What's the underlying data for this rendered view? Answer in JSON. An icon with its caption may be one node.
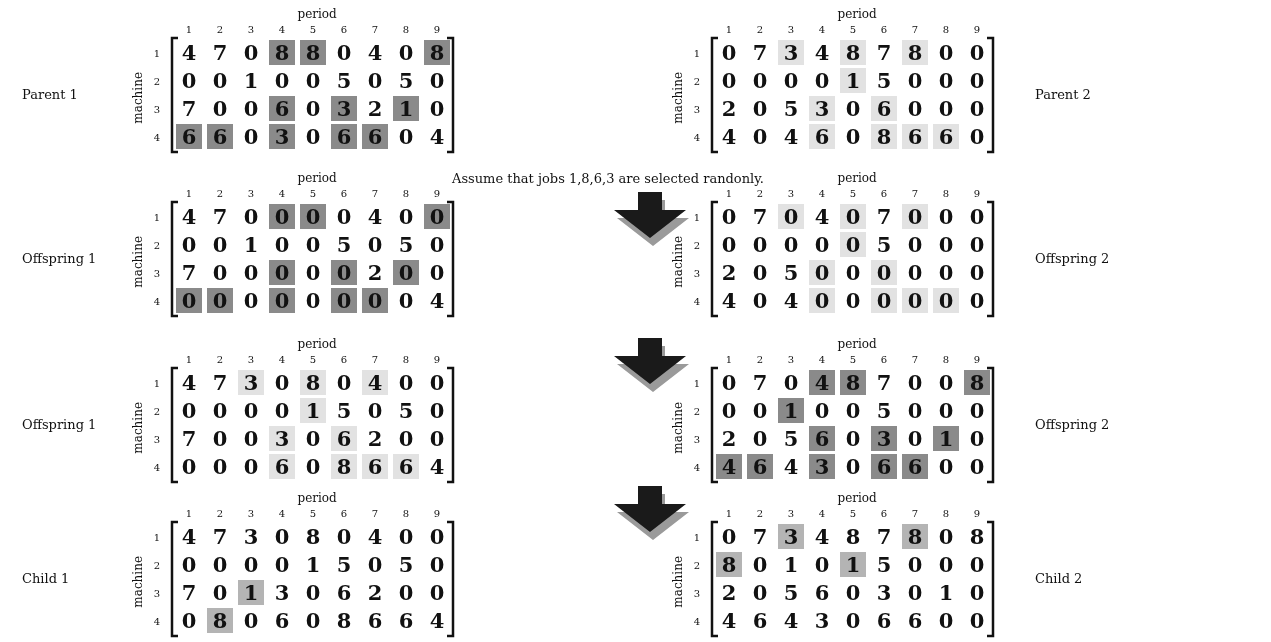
{
  "diagram": {
    "labels": [
      "Parent 1",
      "period",
      "1",
      "2",
      "3",
      "4",
      "5",
      "6",
      "7",
      "8",
      "9",
      "machine",
      "1",
      "4",
      "7",
      "0",
      "8",
      "8",
      "0",
      "4",
      "0",
      "8",
      "2",
      "0",
      "0",
      "1",
      "0",
      "0",
      "5",
      "0",
      "5",
      "0",
      "3",
      "7",
      "0",
      "0",
      "6",
      "0",
      "3",
      "2",
      "1",
      "0",
      "4",
      "6",
      "6",
      "0",
      "3",
      "0",
      "6",
      "6",
      "0",
      "4",
      "Parent 2",
      "period",
      "1",
      "2",
      "3",
      "4",
      "5",
      "6",
      "7",
      "8",
      "9",
      "machine",
      "1",
      "0",
      "7",
      "3",
      "4",
      "8",
      "7",
      "8",
      "0",
      "0",
      "2",
      "0",
      "0",
      "0",
      "0",
      "1",
      "5",
      "0",
      "0",
      "0",
      "3",
      "2",
      "0",
      "5",
      "3",
      "0",
      "6",
      "0",
      "0",
      "0",
      "4",
      "4",
      "0",
      "4",
      "6",
      "0",
      "8",
      "6",
      "6",
      "0",
      "Assume that jobs 1,8,6,3 are selected randonly.",
      "Offspring 1",
      "period",
      "1",
      "2",
      "3",
      "4",
      "5",
      "6",
      "7",
      "8",
      "9",
      "machine",
      "1",
      "4",
      "7",
      "0",
      "0",
      "0",
      "0",
      "4",
      "0",
      "0",
      "2",
      "0",
      "0",
      "1",
      "0",
      "0",
      "5",
      "0",
      "5",
      "0",
      "3",
      "7",
      "0",
      "0",
      "0",
      "0",
      "0",
      "2",
      "0",
      "0",
      "4",
      "0",
      "0",
      "0",
      "0",
      "0",
      "0",
      "0",
      "0",
      "4",
      "Offspring 2",
      "period",
      "1",
      "2",
      "3",
      "4",
      "5",
      "6",
      "7",
      "8",
      "9",
      "machine",
      "1",
      "0",
      "7",
      "0",
      "4",
      "0",
      "7",
      "0",
      "0",
      "0",
      "2",
      "0",
      "0",
      "0",
      "0",
      "0",
      "5",
      "0",
      "0",
      "0",
      "3",
      "2",
      "0",
      "5",
      "0",
      "0",
      "0",
      "0",
      "0",
      "0",
      "4",
      "4",
      "0",
      "4",
      "0",
      "0",
      "0",
      "0",
      "0",
      "0",
      "Offspring 1",
      "period",
      "1",
      "2",
      "3",
      "4",
      "5",
      "6",
      "7",
      "8",
      "9",
      "machine",
      "1",
      "4",
      "7",
      "3",
      "0",
      "8",
      "0",
      "4",
      "0",
      "0",
      "2",
      "0",
      "0",
      "0",
      "0",
      "1",
      "5",
      "0",
      "5",
      "0",
      "3",
      "7",
      "0",
      "0",
      "3",
      "0",
      "6",
      "2",
      "0",
      "0",
      "4",
      "0",
      "0",
      "0",
      "6",
      "0",
      "8",
      "6",
      "6",
      "4",
      "Offspring 2",
      "period",
      "1",
      "2",
      "3",
      "4",
      "5",
      "6",
      "7",
      "8",
      "9",
      "machine",
      "1",
      "0",
      "7",
      "0",
      "4",
      "8",
      "7",
      "0",
      "0",
      "8",
      "2",
      "0",
      "0",
      "1",
      "0",
      "0",
      "5",
      "0",
      "0",
      "0",
      "3",
      "2",
      "0",
      "5",
      "6",
      "0",
      "3",
      "0",
      "1",
      "0",
      "4",
      "4",
      "6",
      "4",
      "3",
      "0",
      "6",
      "6",
      "0",
      "0",
      "Child 1",
      "period",
      "1",
      "2",
      "3",
      "4",
      "5",
      "6",
      "7",
      "8",
      "9",
      "machine",
      "1",
      "4",
      "7",
      "3",
      "0",
      "8",
      "0",
      "4",
      "0",
      "0",
      "2",
      "0",
      "0",
      "0",
      "0",
      "1",
      "5",
      "0",
      "5",
      "0",
      "3",
      "7",
      "0",
      "1",
      "3",
      "0",
      "6",
      "2",
      "0",
      "0",
      "4",
      "0",
      "8",
      "0",
      "6",
      "0",
      "8",
      "6",
      "6",
      "4",
      "Child 2",
      "period",
      "1",
      "2",
      "3",
      "4",
      "5",
      "6",
      "7",
      "8",
      "9",
      "machine",
      "1",
      "0",
      "7",
      "3",
      "4",
      "8",
      "7",
      "8",
      "0",
      "8",
      "2",
      "8",
      "0",
      "1",
      "0",
      "1",
      "5",
      "0",
      "0",
      "0",
      "3",
      "2",
      "0",
      "5",
      "6",
      "0",
      "3",
      "0",
      "1",
      "0",
      "4",
      "4",
      "6",
      "4",
      "3",
      "0",
      "6",
      "6",
      "0",
      "0"
    ]
  }
}
